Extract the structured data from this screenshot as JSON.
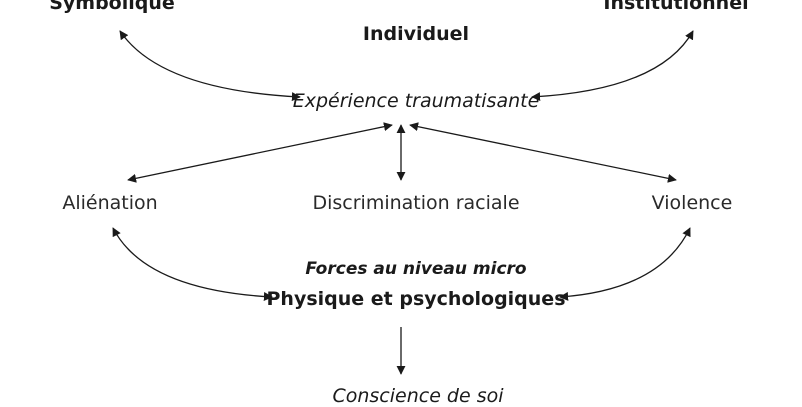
{
  "diagram": {
    "top_left": "Symbolique",
    "top_center": "Individuel",
    "top_right": "Institutionnel",
    "center": "Expérience traumatisante",
    "left": "Aliénation",
    "middle": "Discrimination raciale",
    "right": "Violence",
    "forces_title": "Forces au niveau micro",
    "forces_subtitle": "Physique et psychologiques",
    "bottom": "Conscience de soi"
  },
  "colors": {
    "text": "#1a1a1a",
    "arrow": "#1a1a1a"
  }
}
